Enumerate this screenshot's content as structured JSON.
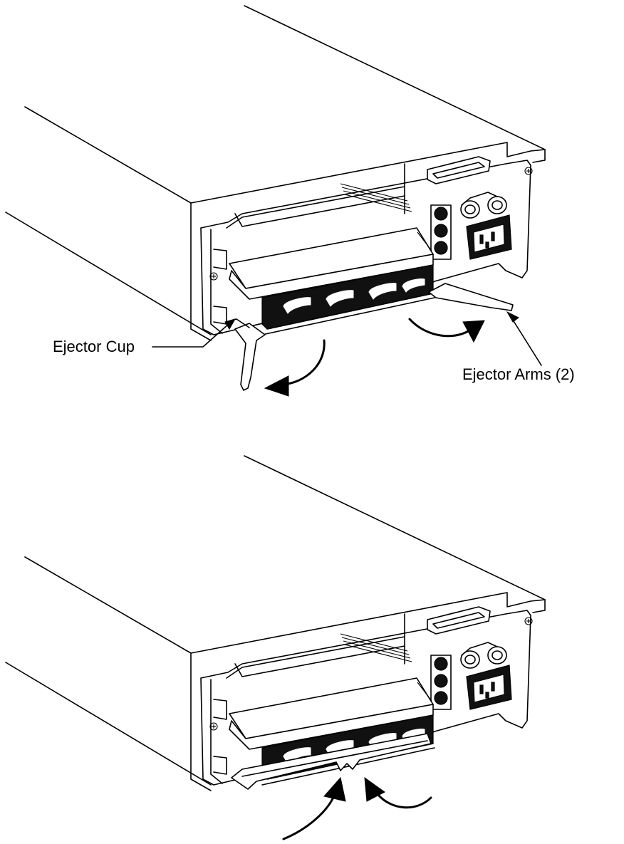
{
  "labels": {
    "ejector_cup": "Ejector Cup",
    "ejector_arms": "Ejector Arms (2)"
  },
  "panels": [
    {
      "name": "ejector-arms-open",
      "arms_state": "open"
    },
    {
      "name": "ejector-arms-closed",
      "arms_state": "closed"
    }
  ],
  "colors": {
    "line": "#000000",
    "fill_dark": "#111111",
    "background": "#ffffff"
  }
}
